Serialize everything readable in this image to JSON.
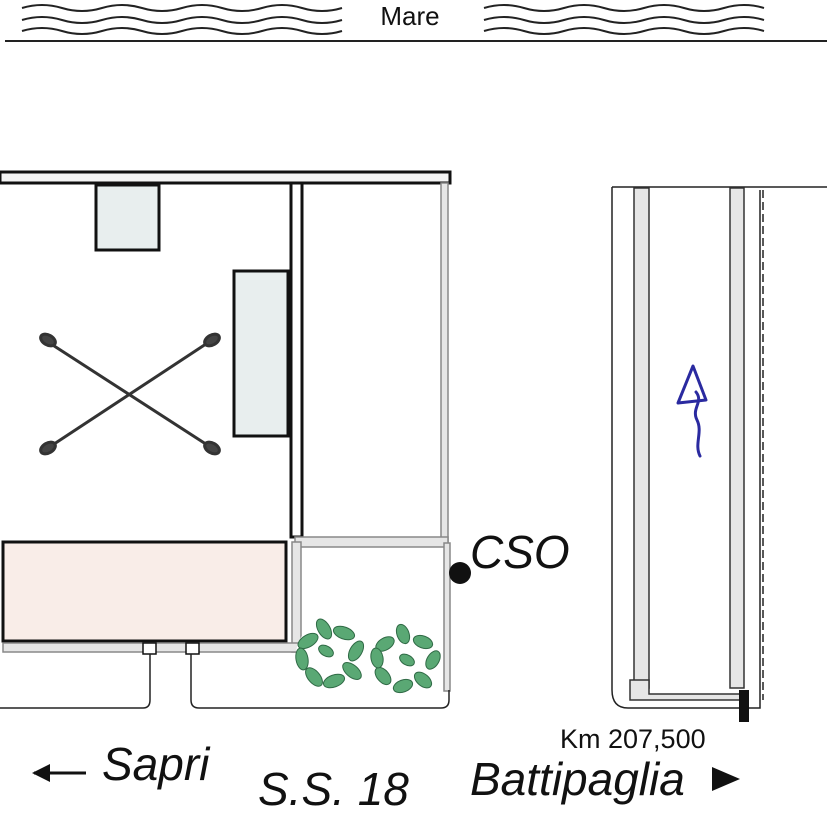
{
  "labels": {
    "sea": "Mare",
    "station": "CSO",
    "km_marker": "Km 207,500",
    "road": "S.S. 18",
    "dir_left": "Sapri",
    "dir_right": "Battipaglia"
  },
  "icons": {
    "station_marker": "filled-circle",
    "left_arrow": "left-arrow",
    "right_arrow": "right-triangle-arrow",
    "direction_arrow": "wavy-up-arrow",
    "trees": "shrubs",
    "crossing": "x-cross-symbol"
  },
  "colors": {
    "line": "#111111",
    "grey_outline": "#9a9a9a",
    "light_grey_fill": "#e6e6e6",
    "light_panel_fill": "#e8eeee",
    "pink_block_fill": "#f9ede8",
    "shrub_green": "#5aa874",
    "arrow_blue": "#2a2aa0"
  }
}
